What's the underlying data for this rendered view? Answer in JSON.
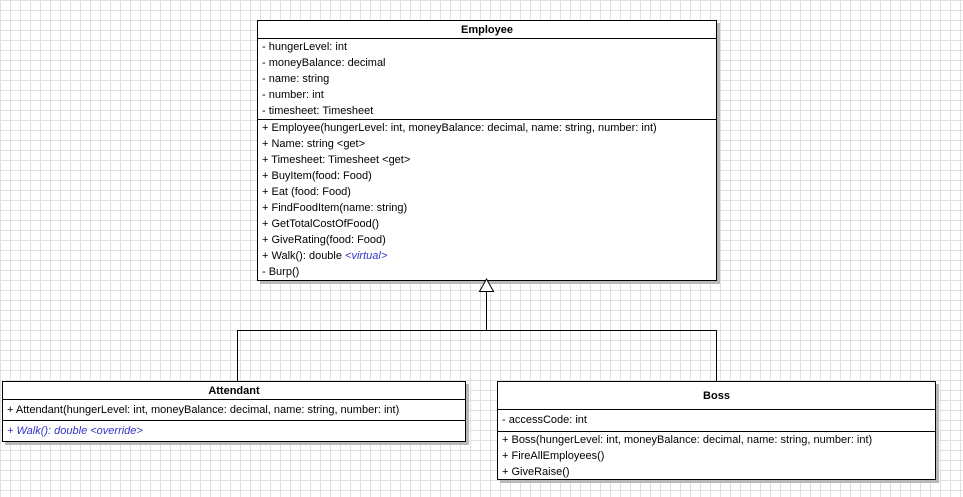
{
  "diagram": {
    "type": "uml-class-diagram",
    "colors": {
      "stereotype_blue": "#3333cc",
      "grid_line": "#e0e0e0",
      "box_shadow": "#b9b9b9",
      "box_border": "#000000",
      "box_fill": "#ffffff"
    }
  },
  "classes": {
    "employee": {
      "title": "Employee",
      "attributes": [
        "- hungerLevel: int",
        "- moneyBalance: decimal",
        "- name: string",
        "- number: int",
        "- timesheet: Timesheet"
      ],
      "methods": [
        {
          "text": "+ Employee(hungerLevel: int, moneyBalance: decimal, name: string, number: int)"
        },
        {
          "text": "+ Name: string <get>"
        },
        {
          "text": "+ Timesheet: Timesheet <get>"
        },
        {
          "text": "+ BuyItem(food: Food)"
        },
        {
          "text": "+ Eat (food: Food)"
        },
        {
          "text": "+ FindFoodItem(name: string)"
        },
        {
          "text": "+ GetTotalCostOfFood()"
        },
        {
          "text": "+ GiveRating(food: Food)"
        },
        {
          "text": "+ Walk(): double ",
          "stereotype": "<virtual>"
        },
        {
          "text": "- Burp()"
        }
      ]
    },
    "attendant": {
      "title": "Attendant",
      "methods": [
        {
          "text": "+ Attendant(hungerLevel: int, moneyBalance: decimal, name: string, number: int)"
        },
        {
          "text": "+ Walk(): double <override>",
          "style": "override-blue-italic"
        }
      ]
    },
    "boss": {
      "title": "Boss",
      "attributes": [
        "- accessCode: int"
      ],
      "methods": [
        {
          "text": "+ Boss(hungerLevel: int, moneyBalance: decimal, name: string, number: int)"
        },
        {
          "text": "+ FireAllEmployees()"
        },
        {
          "text": "+ GiveRaise()"
        }
      ]
    }
  },
  "relationships": [
    {
      "type": "inheritance",
      "parent": "Employee",
      "child": "Attendant"
    },
    {
      "type": "inheritance",
      "parent": "Employee",
      "child": "Boss"
    }
  ]
}
